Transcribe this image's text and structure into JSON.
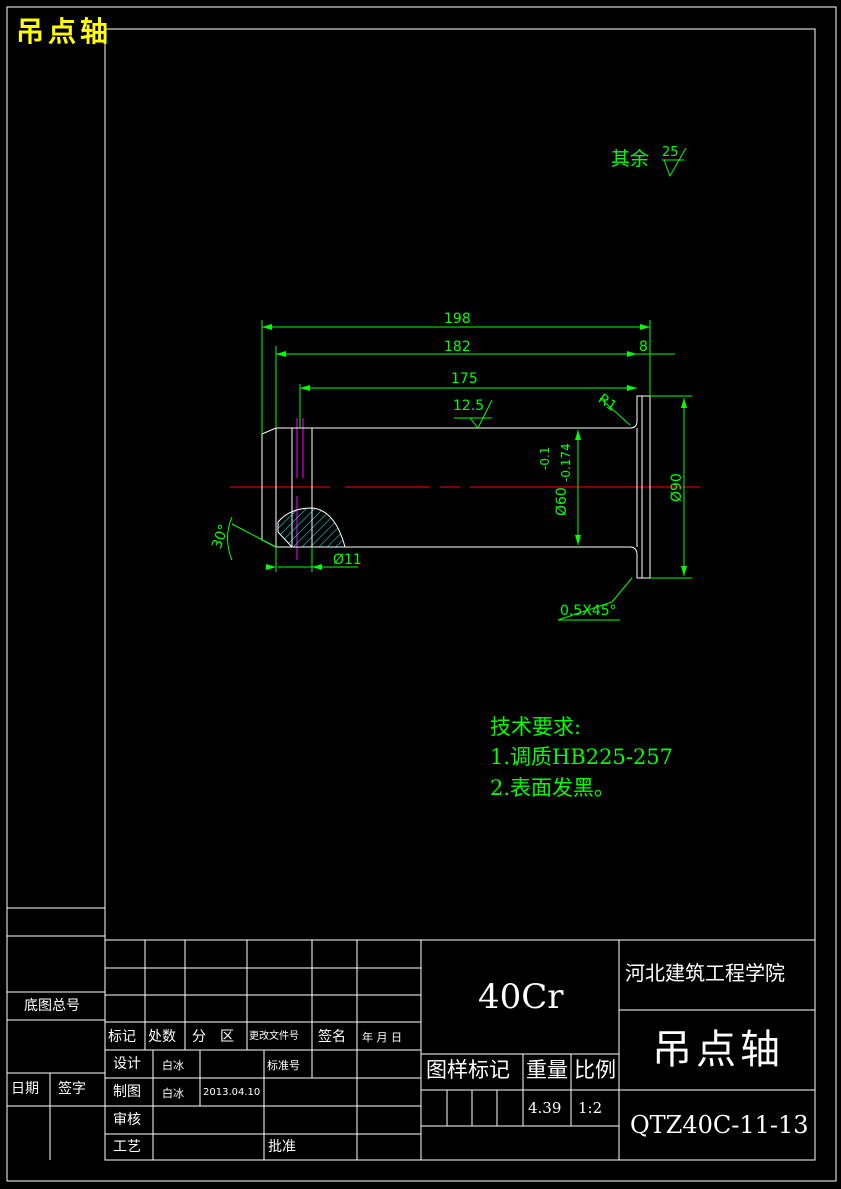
{
  "drawing": {
    "title_top": "吊点轴",
    "roughness_rest_label": "其余",
    "roughness_rest_value": "25",
    "dimensions": {
      "total_length": "198",
      "length_182": "182",
      "flange_thickness": "8",
      "length_175": "175",
      "roughness_shaft": "12.5",
      "fillet_radius": "R1",
      "tolerance_upper": "-0.1",
      "tolerance_lower": "-0.174",
      "shaft_diameter": "Ø60",
      "flange_diameter": "Ø90",
      "hole_diameter": "Ø11",
      "chamfer_angle": "30°",
      "chamfer": "0.5X45°"
    },
    "tech_requirements": {
      "title": "技术要求:",
      "items": [
        "1.调质HB225-257",
        "2.表面发黑。"
      ]
    }
  },
  "left_strip": {
    "base_drawing_no": "底图总号",
    "date": "日期",
    "signature": "签字"
  },
  "title_block": {
    "headers": {
      "mark": "标记",
      "count": "处数",
      "division": "分　区",
      "change_doc_no": "更改文件号",
      "sign": "签名",
      "date": "年 月 日"
    },
    "design_label": "设计",
    "design_name": "白冰",
    "standard_label": "标准号",
    "draw_label": "制图",
    "draw_name": "白冰",
    "draw_date": "2013.04.10",
    "review_label": "审核",
    "process_label": "工艺",
    "approve_label": "批准",
    "material": "40Cr",
    "sample_mark_label": "图样标记",
    "weight_label": "重量",
    "scale_label": "比例",
    "weight": "4.39",
    "scale": "1:2",
    "school": "河北建筑工程学院",
    "part_name": "吊点轴",
    "drawing_no": "QTZ40C-11-13"
  }
}
